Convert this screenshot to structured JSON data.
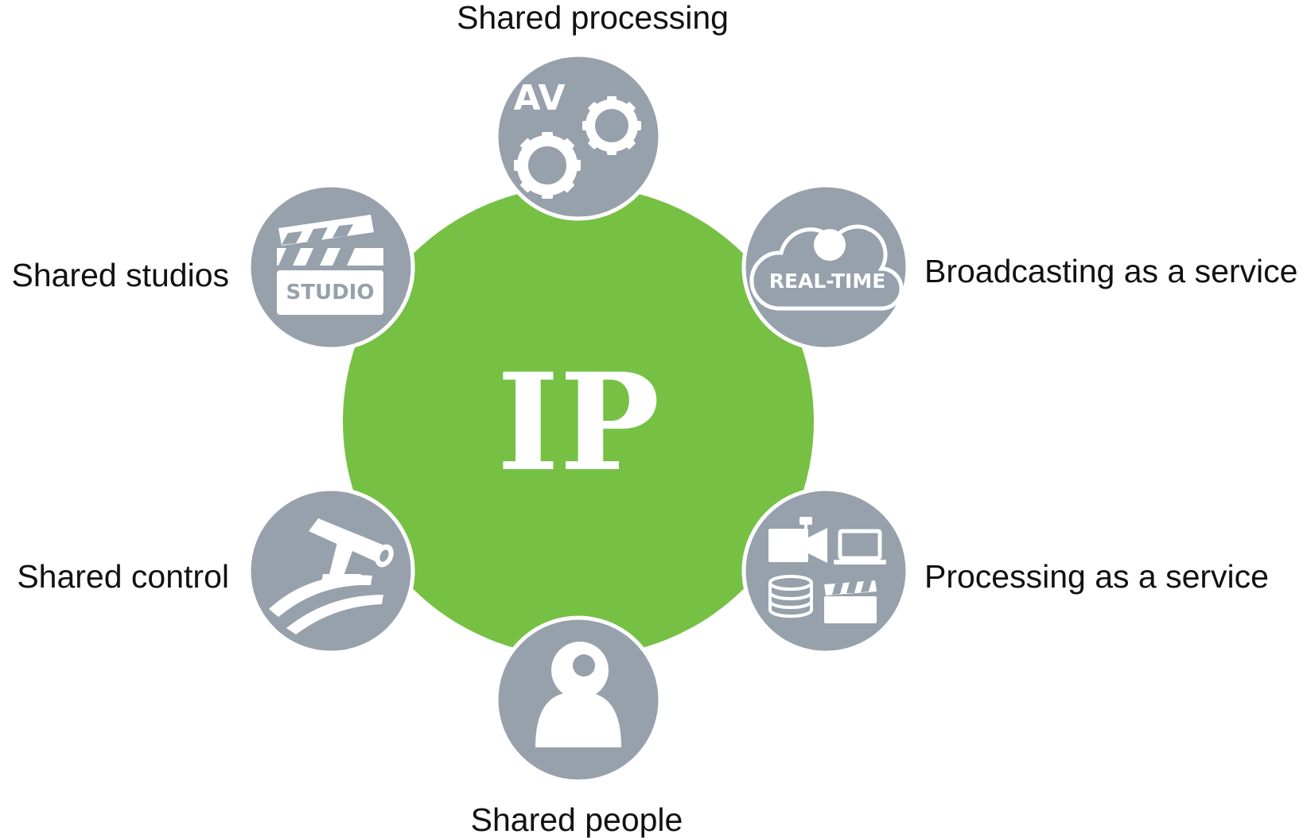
{
  "colors": {
    "hub": "#76c044",
    "node": "#96a1ac",
    "icon": "#ffffff",
    "text": "#111111"
  },
  "hub": {
    "label": "IP"
  },
  "nodes": {
    "shared_processing": {
      "label": "Shared processing",
      "icon": "gears-icon",
      "badge": "AV"
    },
    "broadcasting_service": {
      "label": "Broadcasting as a service",
      "icon": "cloud-icon",
      "badge": "REAL-TIME"
    },
    "processing_service": {
      "label": "Processing as a service",
      "icon": "media-devices-icon"
    },
    "shared_people": {
      "label": "Shared people",
      "icon": "person-icon"
    },
    "shared_control": {
      "label": "Shared control",
      "icon": "camera-pedestal-icon"
    },
    "shared_studios": {
      "label": "Shared studios",
      "icon": "clapperboard-icon",
      "badge": "STUDIO"
    }
  }
}
